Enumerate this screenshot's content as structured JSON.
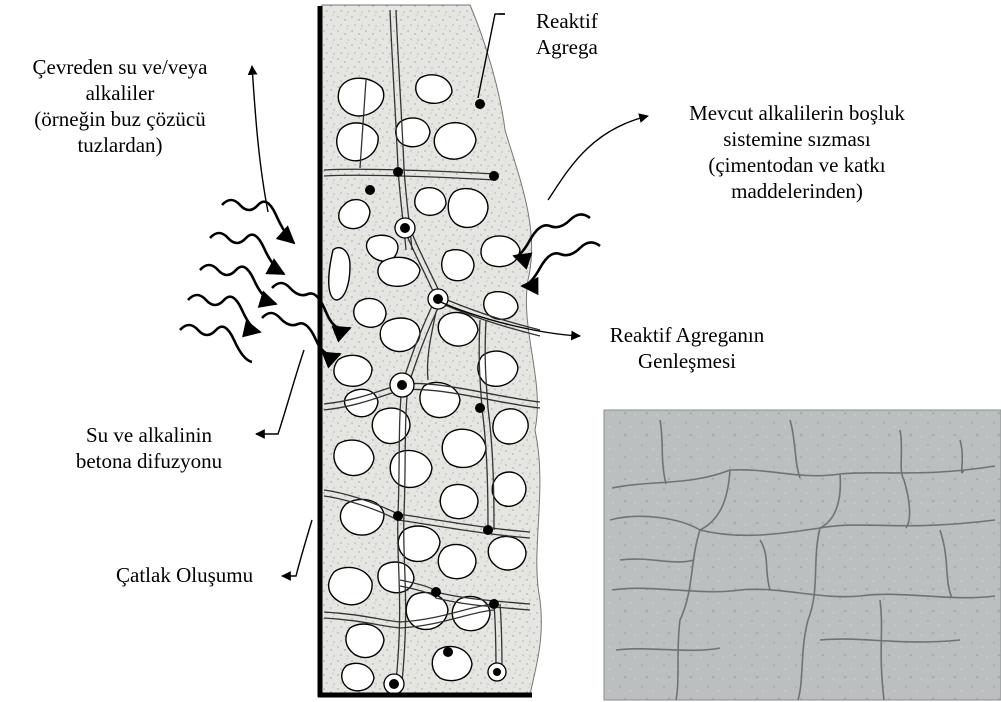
{
  "labels": {
    "reactive_aggregate": [
      "Reaktif",
      "Agrega"
    ],
    "env_water": [
      "Çevreden su ve/veya",
      "alkaliler",
      "(örneğin buz çözücü",
      "tuzlardan)"
    ],
    "pore_leak": [
      "Mevcut alkalilerin boşluk",
      "sistemine sızması",
      "(çimentodan ve katkı",
      "maddelerinden)"
    ],
    "expansion": [
      "Reaktif Agreganın",
      "Genleşmesi"
    ],
    "diffusion": [
      "Su ve alkalinin",
      "betona difuzyonu"
    ],
    "crack": [
      "Çatlak Oluşumu"
    ]
  },
  "photo": {
    "alt": "cracked concrete surface photo"
  },
  "colors": {
    "ink": "#000000",
    "concrete": "#e4e4e0",
    "photo": "#b9bcbc"
  }
}
